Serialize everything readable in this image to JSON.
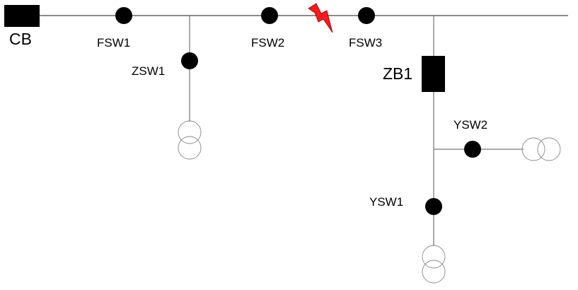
{
  "diagram": {
    "labels": {
      "cb": "CB",
      "fsw1": "FSW1",
      "fsw2": "FSW2",
      "fsw3": "FSW3",
      "zsw1": "ZSW1",
      "zb1": "ZB1",
      "ysw1": "YSW1",
      "ysw2": "YSW2"
    },
    "colors": {
      "fault": "#ff1a1a",
      "node": "#000000",
      "line": "#555555",
      "transformer": "#888888"
    },
    "icons": {
      "fault": "lightning-bolt-icon",
      "switch": "filled-circle-icon",
      "breaker": "filled-rectangle-icon",
      "transformer": "double-circle-transformer-icon"
    }
  }
}
